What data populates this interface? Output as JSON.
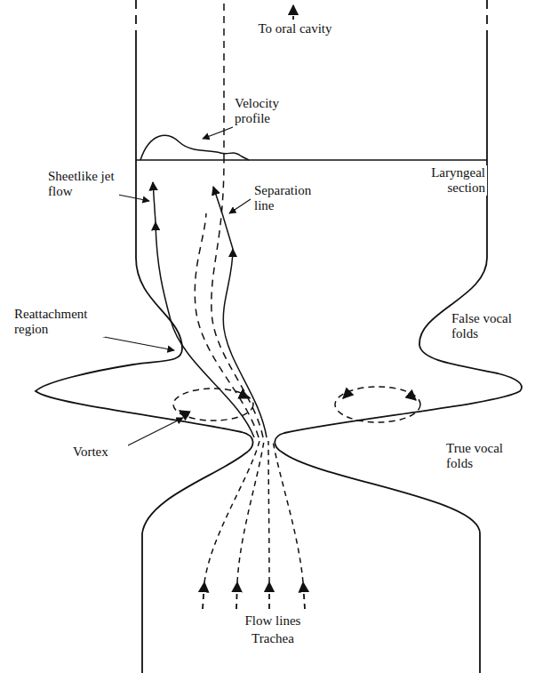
{
  "diagram": {
    "labels": [
      "To oral cavity",
      "Velocity profile",
      "Sheetlike jet flow",
      "Separation line",
      "Laryngeal section",
      "Reattachment region",
      "False vocal folds",
      "Vortex",
      "True vocal folds",
      "Flow lines",
      "Trachea"
    ]
  }
}
